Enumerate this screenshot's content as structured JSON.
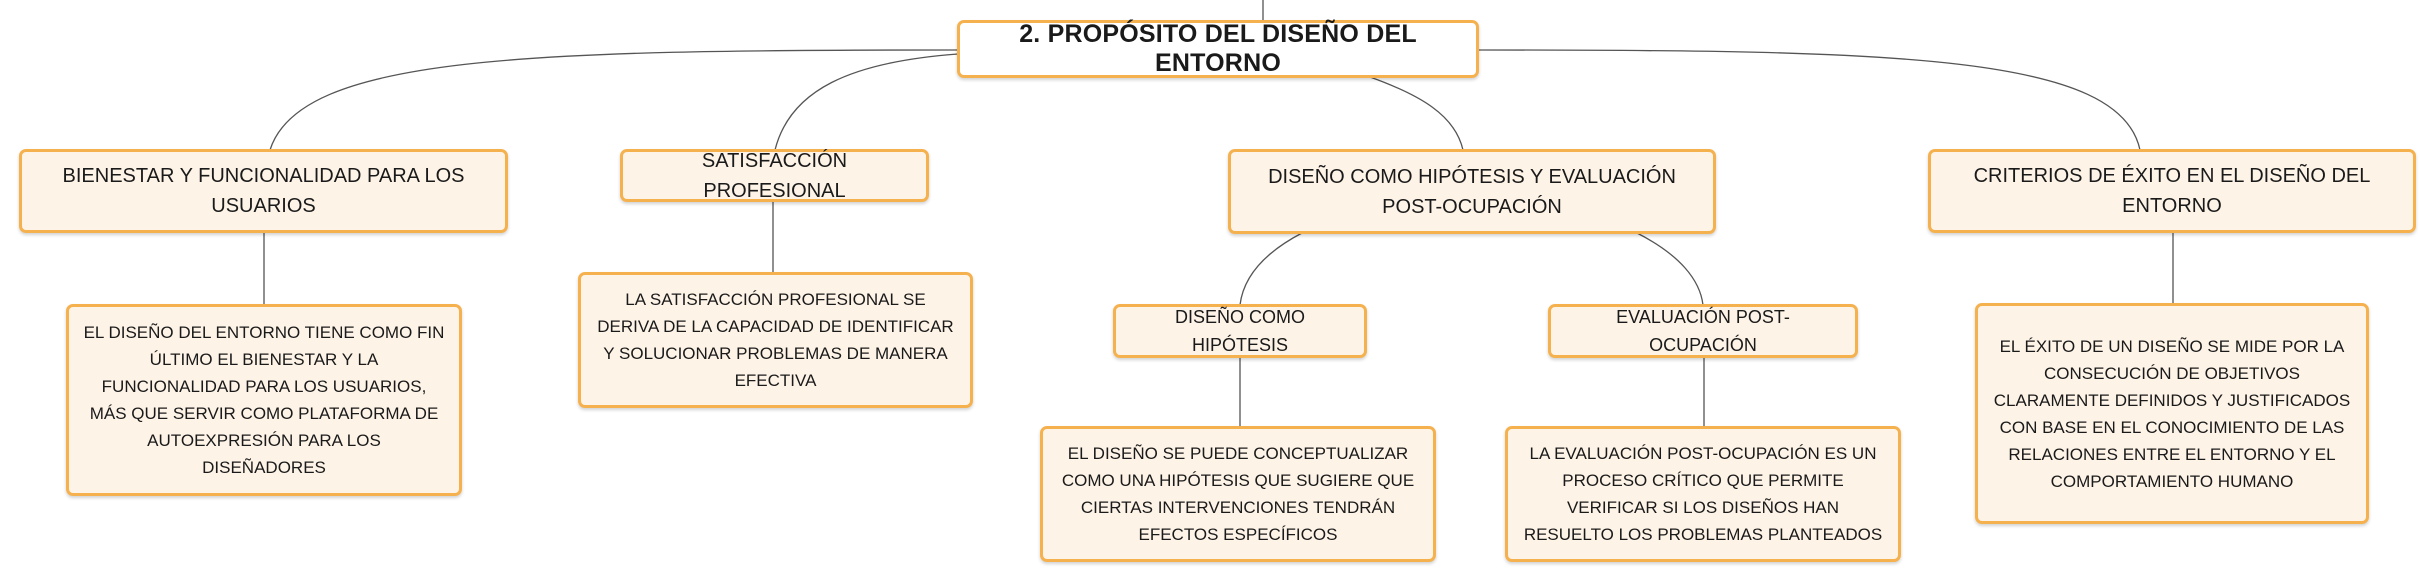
{
  "root": {
    "label": "2. PROPÓSITO DEL DISEÑO DEL ENTORNO"
  },
  "branches": [
    {
      "label": "BIENESTAR Y FUNCIONALIDAD PARA LOS USUARIOS",
      "detail": "EL DISEÑO DEL ENTORNO TIENE COMO FIN ÚLTIMO EL BIENESTAR Y LA FUNCIONALIDAD PARA LOS USUARIOS, MÁS QUE SERVIR COMO PLATAFORMA DE AUTOEXPRESIÓN PARA LOS DISEÑADORES"
    },
    {
      "label": "SATISFACCIÓN PROFESIONAL",
      "detail": "LA SATISFACCIÓN PROFESIONAL SE DERIVA DE LA CAPACIDAD DE IDENTIFICAR Y SOLUCIONAR PROBLEMAS DE MANERA EFECTIVA"
    },
    {
      "label": "DISEÑO COMO HIPÓTESIS Y EVALUACIÓN POST-OCUPACIÓN",
      "children": [
        {
          "label": "DISEÑO COMO HIPÓTESIS",
          "detail": "EL DISEÑO SE PUEDE CONCEPTUALIZAR COMO UNA HIPÓTESIS QUE SUGIERE QUE CIERTAS INTERVENCIONES TENDRÁN EFECTOS ESPECÍFICOS"
        },
        {
          "label": "EVALUACIÓN POST-OCUPACIÓN",
          "detail": "LA EVALUACIÓN POST-OCUPACIÓN ES UN PROCESO CRÍTICO QUE PERMITE VERIFICAR SI LOS DISEÑOS HAN RESUELTO LOS PROBLEMAS PLANTEADOS"
        }
      ]
    },
    {
      "label": "CRITERIOS DE ÉXITO EN EL DISEÑO DEL ENTORNO",
      "detail": "EL ÉXITO DE UN DISEÑO SE MIDE POR LA CONSECUCIÓN DE OBJETIVOS CLARAMENTE DEFINIDOS Y JUSTIFICADOS CON BASE EN EL CONOCIMIENTO DE LAS RELACIONES ENTRE EL ENTORNO Y EL COMPORTAMIENTO HUMANO"
    }
  ]
}
